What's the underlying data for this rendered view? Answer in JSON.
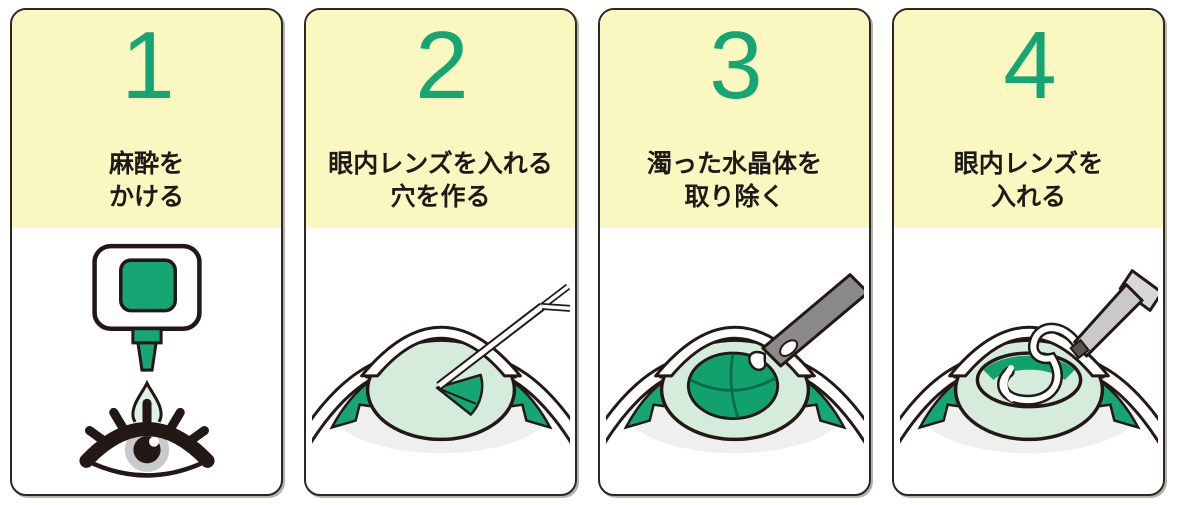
{
  "colors": {
    "accent_green": "#15A673",
    "dark_green": "#0E7E55",
    "pale_green_lens": "#D5EBDB",
    "pale_green_drop": "#DFF2E7",
    "header_yellow": "#FBF7C1",
    "ink": "#231815",
    "card_border": "#2B2722",
    "cornea_gray": "#C6C6C6",
    "eyeball_gray": "#EFEFEF",
    "tool_gray": "#8A8A8A",
    "injector_gray": "#D8D8D8",
    "iris_gray": "#C9CACB"
  },
  "steps": [
    {
      "number": "1",
      "title_line1": "麻酔を",
      "title_line2": "かける",
      "illustration": "anesthesia-eye-drops"
    },
    {
      "number": "2",
      "title_line1": "眼内レンズを入れる",
      "title_line2": "穴を作る",
      "illustration": "forceps-open-capsule"
    },
    {
      "number": "3",
      "title_line1": "濁った水晶体を",
      "title_line2": "取り除く",
      "illustration": "probe-removes-cloudy-lens"
    },
    {
      "number": "4",
      "title_line1": "眼内レンズを",
      "title_line2": "入れる",
      "illustration": "injector-inserts-iol"
    }
  ]
}
